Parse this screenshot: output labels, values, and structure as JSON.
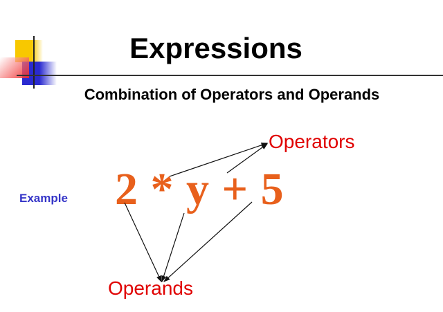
{
  "slide": {
    "title": "Expressions",
    "subtitle": "Combination of Operators and Operands",
    "example_label": "Example",
    "expression": "2 * y + 5",
    "operators_label": "Operators",
    "operands_label": "Operands"
  },
  "colors": {
    "expression": "#e8601c",
    "labels": "#e00000",
    "example": "#3535c8"
  }
}
